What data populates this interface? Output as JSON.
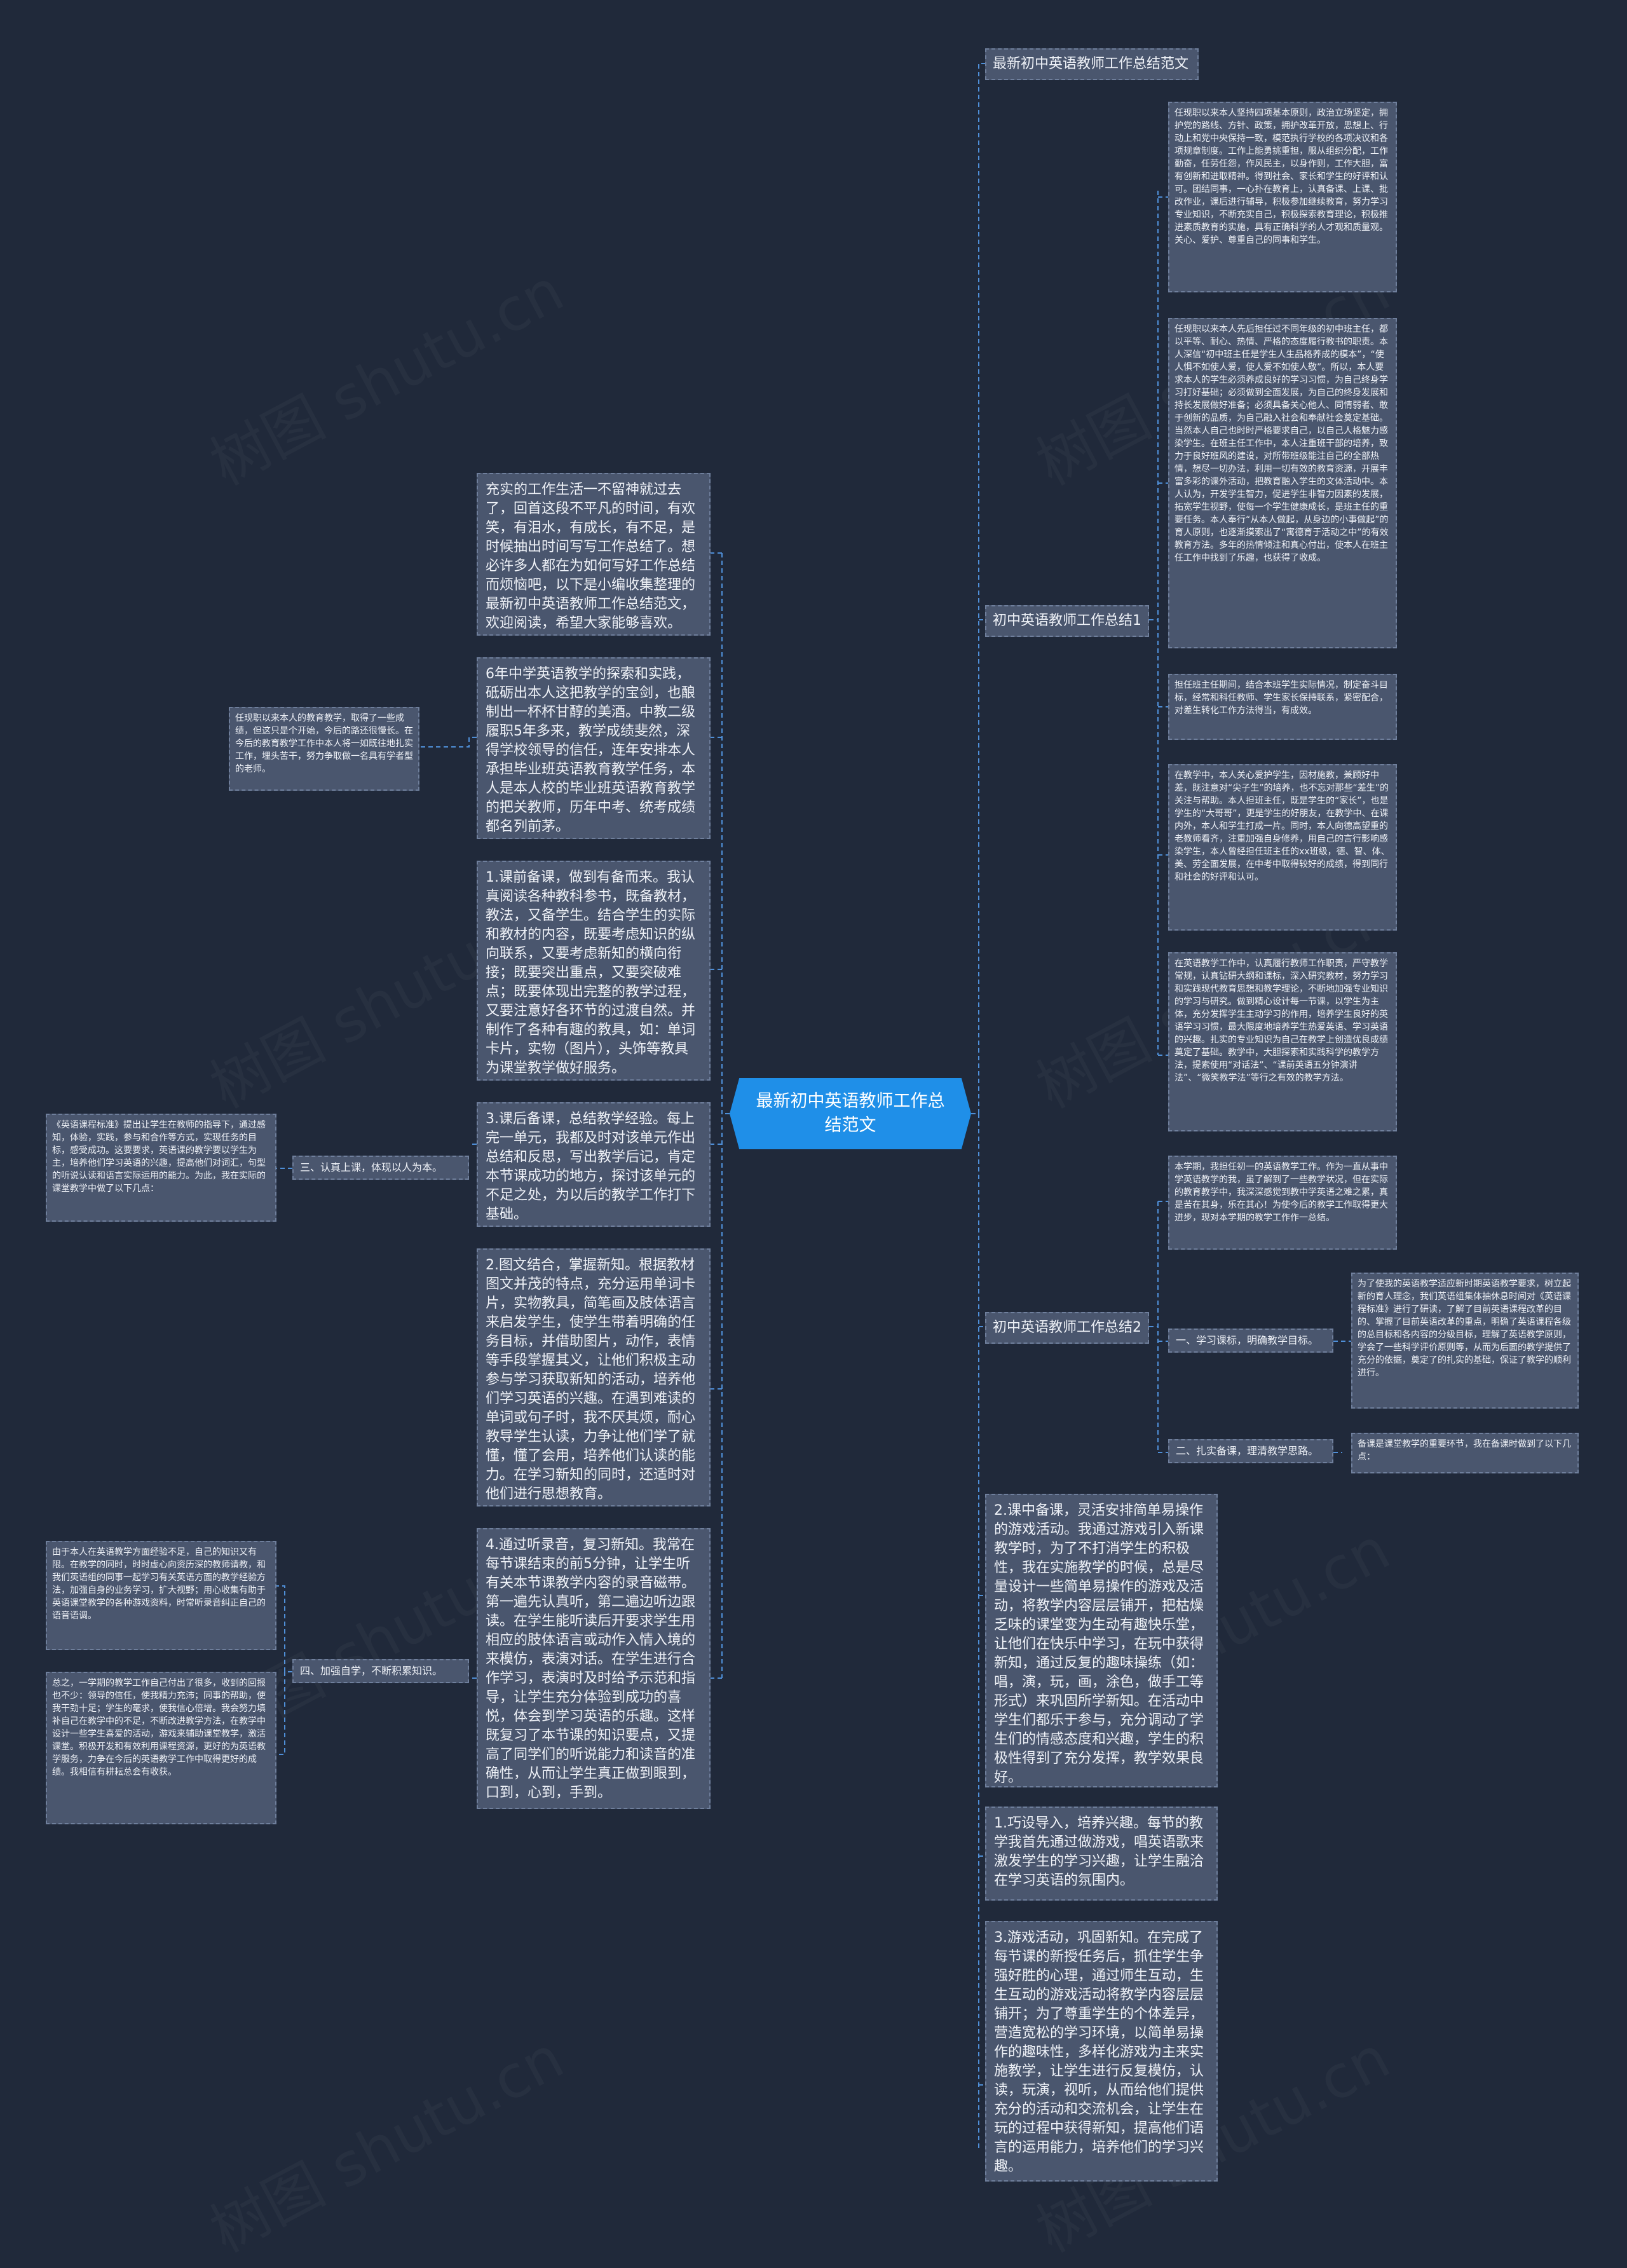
{
  "root": {
    "title": "最新初中英语教师工作总结范文"
  },
  "watermark": "树图 shutu.cn",
  "colors": {
    "background": "#20293a",
    "root": "#1f8fe8",
    "node": "#4a566e",
    "link": "#4f8fd8"
  },
  "right": {
    "h1": "最新初中英语教师工作总结范文",
    "h2": "初中英语教师工作总结1",
    "h2_items": [
      "任现职以来本人坚持四项基本原则，政治立场坚定，拥护党的路线、方针、政策，拥护改革开放，思想上、行动上和党中央保持一致，模范执行学校的各项决议和各项规章制度。工作上能勇挑重担，服从组织分配，工作勤奋，任劳任怨，作风民主，以身作则，工作大胆，富有创新和进取精神。得到社会、家长和学生的好评和认可。团结同事，一心扑在教育上，认真备课、上课、批改作业，课后进行辅导，积极参加继续教育，努力学习专业知识，不断充实自己，积极探索教育理论，积极推进素质教育的实施，具有正确科学的人才观和质量观。关心、爱护、尊重自己的同事和学生。",
      "任现职以来本人先后担任过不同年级的初中班主任，都以平等、耐心、热情、严格的态度履行教书的职责。本人深信“初中班主任是学生人生品格养成的模本”，“使人惧不如使人爱，使人爱不如使人敬”。所以，本人要求本人的学生必须养成良好的学习习惯，为自己终身学习打好基础；必须做到全面发展，为自己的终身发展和持长发展做好准备；必须具备关心他人、同情弱者、敢于创新的品质，为自己融入社会和奉献社会奠定基础。当然本人自己也时时严格要求自己，以自己人格魅力感染学生。在班主任工作中，本人注重班干部的培养，致力于良好班风的建设，对所带班级能注自己的全部热情，想尽一切办法，利用一切有效的教育资源，开展丰富多彩的课外活动，把教育融入学生的文体活动中。本人认为，开发学生智力，促进学生非智力因素的发展，拓宽学生视野，使每一个学生健康成长，是班主任的重要任务。本人奉行“从本人做起，从身边的小事做起”的育人原则，也逐渐摸索出了“寓德育于活动之中”的有效教育方法。多年的热情倾注和真心付出，使本人在班主任工作中找到了乐趣，也获得了收成。",
      "担任班主任期间，结合本班学生实际情况，制定奋斗目标，经常和科任教师、学生家长保持联系，紧密配合，对差生转化工作方法得当，有成效。",
      "在教学中，本人关心爱护学生，因材施教，兼顾好中差，既注意对“尖子生”的培养，也不忘对那些“差生”的关注与帮助。本人担班主任，既是学生的“家长”，也是学生的“大哥哥”，更是学生的好朋友，在教学中、在课内外，本人和学生打成一片。同时，本人向德高望重的老教师看齐，注重加强自身修养，用自己的言行影响感染学生，本人曾经担任班主任的xx班级，德、智、体、美、劳全面发展，在中考中取得较好的成绩，得到同行和社会的好评和认可。",
      "在英语教学工作中，认真履行教师工作职责，严守教学常规，认真钻研大纲和课标，深入研究教材，努力学习和实践现代教育思想和教学理论，不断地加强专业知识的学习与研究。做到精心设计每一节课，以学生为主体，充分发挥学生主动学习的作用，培养学生良好的英语学习习惯，最大限度地培养学生热爱英语、学习英语的兴趣。扎实的专业知识为自己在教学上创造优良成绩奠定了基础。教学中，大胆探索和实践科学的教学方法，提索使用“对话法”、“课前英语五分钟演讲法”、“微笑教学法”等行之有效的教学方法。"
    ],
    "h3": "初中英语教师工作总结2",
    "h3_intro": "本学期，我担任初一的英语教学工作。作为一直从事中学英语教学的我，虽了解到了一些教学状况，但在实际的教育教学中，我深深感觉到教中学英语之难之累，真是苦在其身，乐在其心！为使今后的教学工作取得更大进步，现对本学期的教学工作作一总结。",
    "h3_sub1": "一、学习课标，明确教学目标。",
    "h3_sub1_text": "为了使我的英语教学适应新时期英语教学要求，树立起新的育人理念，我们英语组集体抽休息时间对《英语课程标准》进行了研读，了解了目前英语课程改革的目的、掌握了目前英语改革的重点，明确了英语课程各级的总目标和各内容的分级目标，理解了英语教学原则，学会了一些科学评价原则等，从而为后面的教学提供了充分的依据，奠定了的扎实的基础，保证了教学的顺利进行。",
    "h3_sub2": "二、扎实备课，理清教学思路。",
    "h3_sub2_text": "备课是课堂教学的重要环节，我在备课时做到了以下几点：",
    "bottom": [
      "2.课中备课，灵活安排简单易操作的游戏活动。我通过游戏引入新课教学时，为了不打消学生的积极性，我在实施教学的时候，总是尽量设计一些简单易操作的游戏及活动，将教学内容层层铺开，把枯燥乏味的课堂变为生动有趣快乐堂，让他们在快乐中学习，在玩中获得新知，通过反复的趣味操练（如：唱，演，玩，画，涂色，做手工等形式）来巩固所学新知。在活动中学生们都乐于参与，充分调动了学生们的情感态度和兴趣，学生的积极性得到了充分发挥，教学效果良好。",
      "1.巧设导入，培养兴趣。每节的教学我首先通过做游戏，唱英语歌来激发学生的学习兴趣，让学生融洽在学习英语的氛围内。",
      "3.游戏活动，巩固新知。在完成了每节课的新授任务后，抓住学生争强好胜的心理，通过师生互动，生生互动的游戏活动将教学内容层层铺开；为了尊重学生的个体差异，营造宽松的学习环境，以简单易操作的趣味性，多样化游戏为主来实施教学，让学生进行反复模仿，认读，玩演，视听，从而给他们提供充分的活动和交流机会，让学生在玩的过程中获得新知，提高他们语言的运用能力，培养他们的学习兴趣。"
    ]
  },
  "left": {
    "items": [
      "充实的工作生活一不留神就过去了，回首这段不平凡的时间，有欢笑，有泪水，有成长，有不足，是时候抽出时间写写工作总结了。想必许多人都在为如何写好工作总结而烦恼吧，以下是小编收集整理的最新初中英语教师工作总结范文，欢迎阅读，希望大家能够喜欢。",
      "6年中学英语教学的探索和实践，砥砺出本人这把教学的宝剑，也酿制出一杯杯甘醇的美酒。中教二级履职5年多来，教学成绩斐然，深得学校领导的信任，连年安排本人承担毕业班英语教育教学任务，本人是本人校的毕业班英语教育教学的把关教师，历年中考、统考成绩都名列前茅。",
      "1.课前备课，做到有备而来。我认真阅读各种教科参书，既备教材，教法，又备学生。结合学生的实际和教材的内容，既要考虑知识的纵向联系，又要考虑新知的横向衔接；既要突出重点，又要突破难点；既要体现出完整的教学过程，又要注意好各环节的过渡自然。并制作了各种有趣的教具，如：单词卡片，实物（图片），头饰等教具为课堂教学做好服务。",
      "3.课后备课，总结教学经验。每上完一单元，我都及时对该单元作出总结和反思，写出教学后记，肯定本节课成功的地方，探讨该单元的不足之处，为以后的教学工作打下基础。",
      "2.图文结合，掌握新知。根据教材图文并茂的特点，充分运用单词卡片，实物教具，简笔画及肢体语言来启发学生，使学生带着明确的任务目标，并借助图片，动作，表情等手段掌握其义，让他们积极主动参与学习获取新知的活动，培养他们学习英语的兴趣。在遇到难读的单词或句子时，我不厌其烦，耐心教导学生认读，力争让他们学了就懂，懂了会用，培养他们认读的能力。在学习新知的同时，还适时对他们进行思想教育。",
      "4.通过听录音，复习新知。我常在每节课结束的前5分钟，让学生听有关本节课教学内容的录音磁带。第一遍先认真听，第二遍边听边跟读。在学生能听读后开要求学生用相应的肢体语言或动作入情入境的来模仿，表演对话。在学生进行合作学习，表演时及时给予示范和指导，让学生充分体验到成功的喜悦，体会到学习英语的乐趣。这样既复习了本节课的知识要点，又提高了同学们的听说能力和读音的准确性，从而让学生真正做到眼到，口到，心到，手到。"
    ],
    "far1": "任现职以来本人的教育教学，取得了一些成绩，但这只是个开始，今后的路还很慢长。在今后的教育教学工作中本人将一如既往地扎实工作，埋头苦干，努力争取做一名具有学者型的老师。",
    "lbl3": "三、认真上课，体现以人为本。",
    "far3": "《英语课程标准》提出让学生在教师的指导下，通过感知，体验，实践，参与和合作等方式，实现任务的目标，感受成功。这要要求，英语课的教学要以学生为主，培养他们学习英语的兴趣，提高他们对词汇，句型的听说认读和语言实际运用的能力。为此，我在实际的课堂教学中做了以下几点：",
    "lbl4": "四、加强自学，不断积累知识。",
    "far4a": "由于本人在英语教学方面经验不足，自己的知识又有限。在教学的同时，时时虚心向资历深的教师请教，和我们英语组的同事一起学习有关英语方面的教学经验方法，加强自身的业务学习，扩大视野；用心收集有助于英语课堂教学的各种游戏资料，时常听录音纠正自己的语音语调。",
    "far4b": "总之，一学期的教学工作自己付出了很多，收到的回报也不少：领导的信任，使我精力充沛；同事的帮助，使我干劲十足；学生的毫求，使我信心倍增。我会努力填补自己在教学中的不足，不断改进教学方法，在教学中设计一些学生喜爱的活动，游戏来辅助课堂教学，激活课堂。积极开发和有效利用课程资源，更好的为英语教学服务，力争在今后的英语教学工作中取得更好的成绩。我相信有耕耘总会有收获。"
  }
}
